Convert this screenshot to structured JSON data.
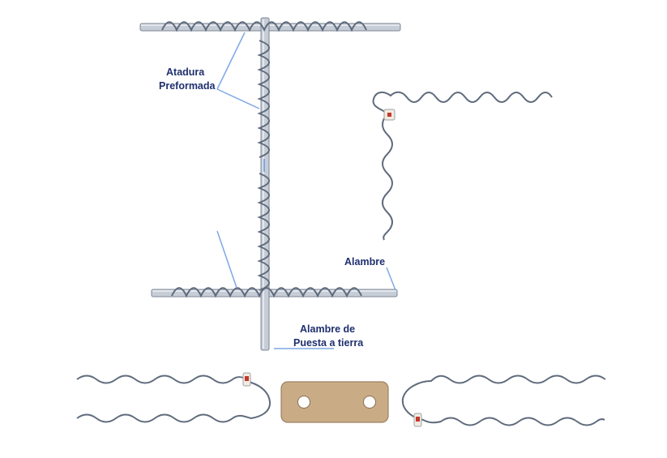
{
  "labels": {
    "atadura_line1": "Atadura",
    "atadura_line2": "Preformada",
    "alambre": "Alambre",
    "puesta_line1": "Alambre de",
    "puesta_line2": "Puesta a tierra"
  },
  "colors": {
    "rod": "#c7cdd6",
    "rod_edge": "#7d8796",
    "wire": "#5f6b7c",
    "leader": "#7ea7e6",
    "label": "#1e2f6e",
    "plate": "#c9ab86",
    "tag": "#f4eadf",
    "tag_mark": "#c0392b"
  }
}
